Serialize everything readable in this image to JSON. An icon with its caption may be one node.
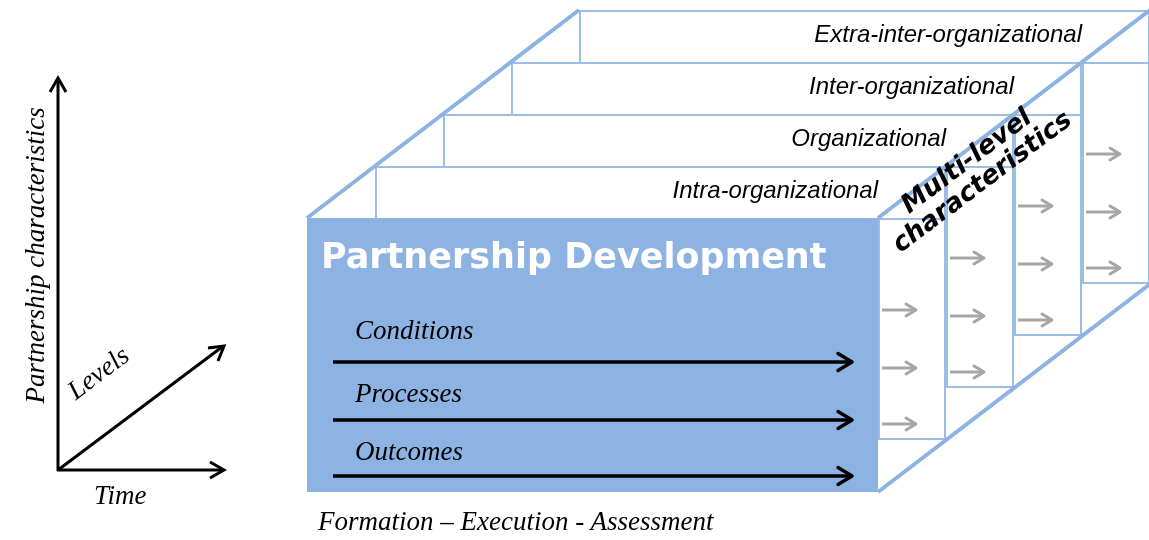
{
  "diagram": {
    "caption": "Formation – Execution - Assessment",
    "nodes": [
      {
        "text": [
          "Extra-inter-organizational"
        ]
      },
      {
        "text": [
          "Inter-organizational"
        ]
      },
      {
        "text": [
          "Organizational"
        ]
      },
      {
        "text": [
          "Intra-organizational"
        ]
      },
      {
        "text": [
          "Partnership Development"
        ]
      }
    ],
    "edges": [],
    "labels": [
      "Partnership characteristics",
      "Levels",
      "Time",
      "Multi-level characteristics",
      "Conditions",
      "Processes",
      "Outcomes"
    ]
  }
}
